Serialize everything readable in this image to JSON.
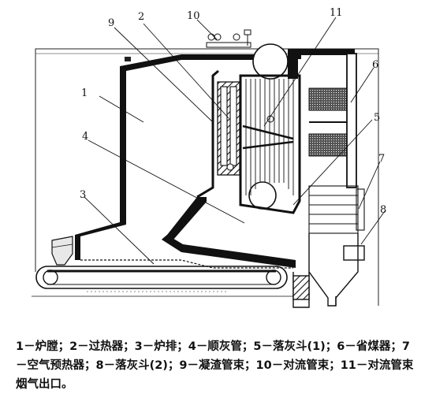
{
  "labels": [
    {
      "id": "1",
      "text": "1"
    },
    {
      "id": "2",
      "text": "2"
    },
    {
      "id": "3",
      "text": "3"
    },
    {
      "id": "4",
      "text": "4"
    },
    {
      "id": "5",
      "text": "5"
    },
    {
      "id": "6",
      "text": "6"
    },
    {
      "id": "7",
      "text": "7"
    },
    {
      "id": "8",
      "text": "8"
    },
    {
      "id": "9",
      "text": "9"
    },
    {
      "id": "10",
      "text": "10"
    },
    {
      "id": "11",
      "text": "11"
    }
  ],
  "caption": "1－炉膛；2－过热器；3－炉排；4－顺灰管；5－落灰斗(1)；6－省煤器；7－空气预热器；8－落灰斗(2)；9－凝渣管束；10－对流管束；11－对流管束烟气出口。"
}
